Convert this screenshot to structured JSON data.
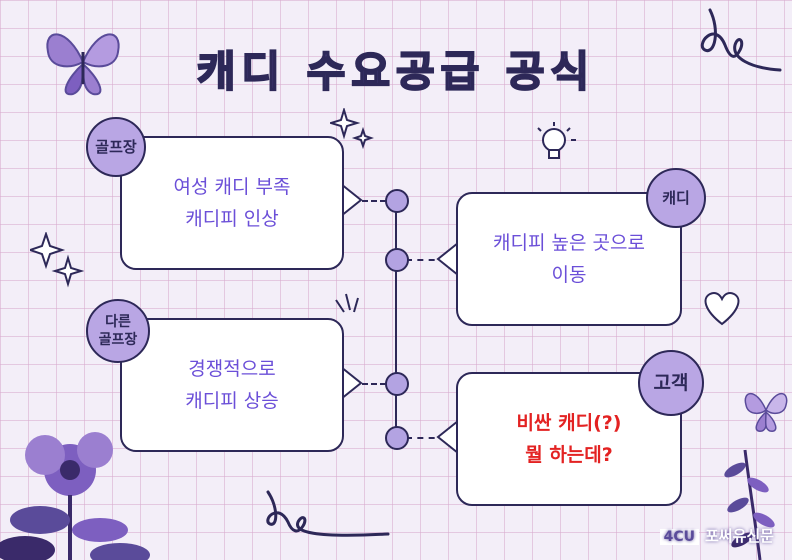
{
  "title": "캐디 수요공급 공식",
  "left_top": {
    "badge": "골프장",
    "lines": [
      "여성 캐디 부족",
      "캐디피 인상"
    ]
  },
  "right_top": {
    "badge": "캐디",
    "lines": [
      "캐디피 높은 곳으로",
      "이동"
    ]
  },
  "left_bottom": {
    "badge_lines": [
      "다른",
      "골프장"
    ],
    "lines": [
      "경쟁적으로",
      "캐디피 상승"
    ]
  },
  "right_bottom": {
    "badge": "고객",
    "lines": [
      "비싼 캐디(?)",
      "뭘 하는데?"
    ]
  },
  "watermark": {
    "logo": "4CU",
    "text": "포써유신문"
  },
  "colors": {
    "accent": "#5a4b9a",
    "text": "#6b4fd8",
    "highlight": "#e32222",
    "badge": "#b9a6e4"
  }
}
